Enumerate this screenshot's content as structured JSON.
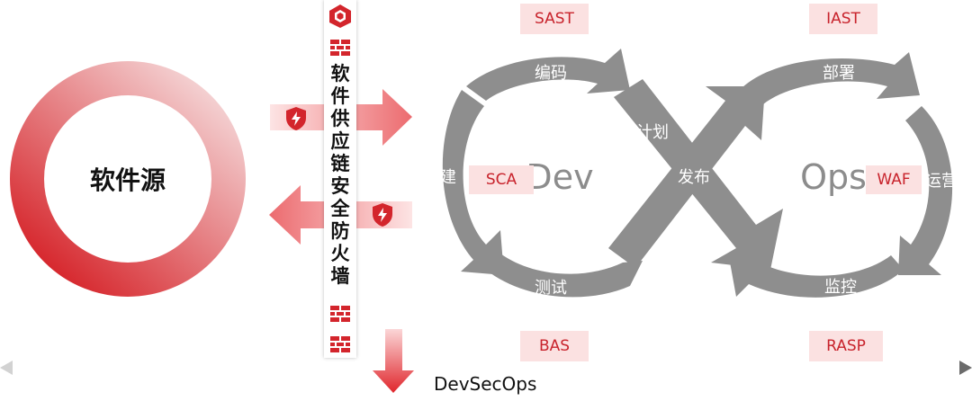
{
  "source": {
    "label": "软件源"
  },
  "firewall": {
    "chars": [
      "软",
      "件",
      "供",
      "应",
      "链",
      "安",
      "全",
      "防",
      "火",
      "墙"
    ]
  },
  "loop": {
    "dev_label": "Dev",
    "ops_label": "Ops",
    "steps": {
      "code": "编码",
      "build": "构建",
      "test": "测试",
      "plan": "计划",
      "release": "发布",
      "deploy": "部署",
      "operate": "运营",
      "monitor": "监控"
    }
  },
  "tags": {
    "sast": "SAST",
    "iast": "IAST",
    "sca": "SCA",
    "waf": "WAF",
    "bas": "BAS",
    "rasp": "RASP"
  },
  "axis": {
    "label": "DevSecOps"
  },
  "icons": {
    "shield": "shield-lightning-icon",
    "brick": "brick-wall-icon",
    "logo": "hexagon-logo-icon"
  },
  "colors": {
    "accent": "#d3252c",
    "loop_gray": "#8e8e8e",
    "tag_bg": "#fbe1e1"
  }
}
